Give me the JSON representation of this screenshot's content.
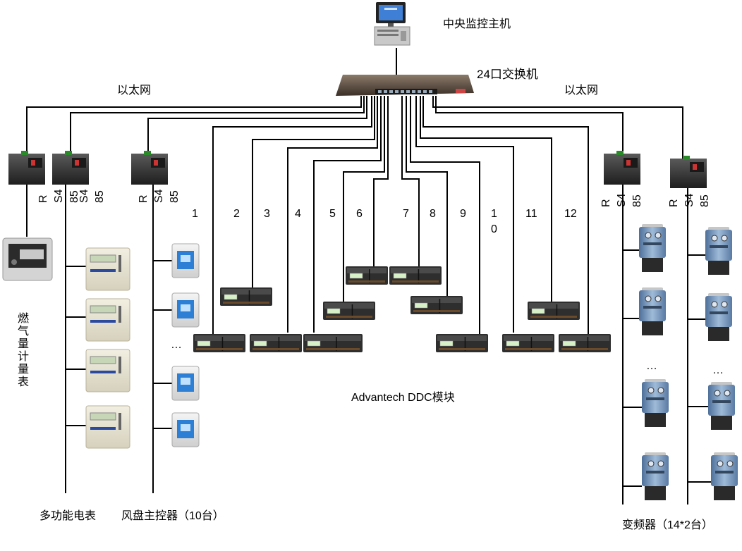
{
  "labels": {
    "host": "中央监控主机",
    "switch": "24口交换机",
    "ethernet_left": "以太网",
    "ethernet_right": "以太网",
    "ddc": "Advantech DDC模块",
    "gas_meter": "燃气量计量表",
    "multi_meter": "多功能电表",
    "fan_coil": "风盘主控器（10台）",
    "inverter": "变频器（14*2台）",
    "ellipsis": "…"
  },
  "converters": {
    "c1": [
      "R",
      "S4",
      "85"
    ],
    "c2": [
      "S4",
      "85"
    ],
    "c3": [
      "R",
      "S4",
      "85"
    ],
    "c4": [
      "R",
      "S4",
      "85"
    ],
    "c5": [
      "R",
      "S4",
      "85"
    ]
  },
  "port_numbers": [
    "1",
    "2",
    "3",
    "4",
    "5",
    "6",
    "7",
    "8",
    "9",
    "1\n0",
    "11",
    "12"
  ],
  "colors": {
    "line": "#000000",
    "device_dark": "#3a3a3a",
    "module_dark": "#2e2e2e",
    "module_screen": "#d7f0c8",
    "meter_body": "#e8e4d4",
    "thermo_screen": "#2c7fd4",
    "inverter_body": "#6e8fb4"
  }
}
